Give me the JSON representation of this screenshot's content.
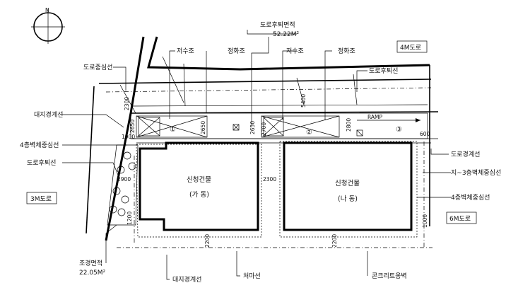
{
  "north_symbol": "N",
  "labels": {
    "road_center_line": "도로중심선",
    "site_boundary": "대지경계선",
    "wall_center_4f": "4층벽체중심선",
    "road_setback_left": "도로후퇴선",
    "road_3m": "3M도로",
    "landscape_area_label": "조경면적",
    "landscape_area_value": "22.05M²",
    "setback_area_label": "도로후퇴면적",
    "setback_area_value": "52.22M²",
    "water_tank_1": "저수조",
    "septic_1": "정화조",
    "water_tank_2": "저수조",
    "septic_2": "정화조",
    "road_setback_right": "도로후퇴선",
    "road_4m": "4M도로",
    "road_boundary": "도로경계선",
    "wall_center_b1_3f": "지~3층벽체중심선",
    "wall_center_4f_right": "4층벽체중심선",
    "road_6m": "6M도로",
    "site_boundary_bottom": "대지경계선",
    "eaves_line": "처마선",
    "concrete_wall": "콘크리트옹벽",
    "ramp": "RAMP"
  },
  "buildings": [
    {
      "title": "신청건물",
      "subtitle": "(가 동)"
    },
    {
      "title": "신청건물",
      "subtitle": "(나 동)"
    }
  ],
  "parking_numbers": [
    "①",
    "②",
    "③"
  ],
  "dimensions": {
    "d2300_top": "2300",
    "d2650_a": "2650",
    "d1900": "1900",
    "d2650_b": "2650",
    "d2650_c": "2650",
    "d2700": "2700",
    "d5400": "5400",
    "d2800": "2800",
    "d600": "600",
    "d2900": "2900",
    "d2300_mid": "2300",
    "d1200": "1200",
    "d2200_a": "2200",
    "d2200_b": "2200",
    "d1000": "1000"
  }
}
